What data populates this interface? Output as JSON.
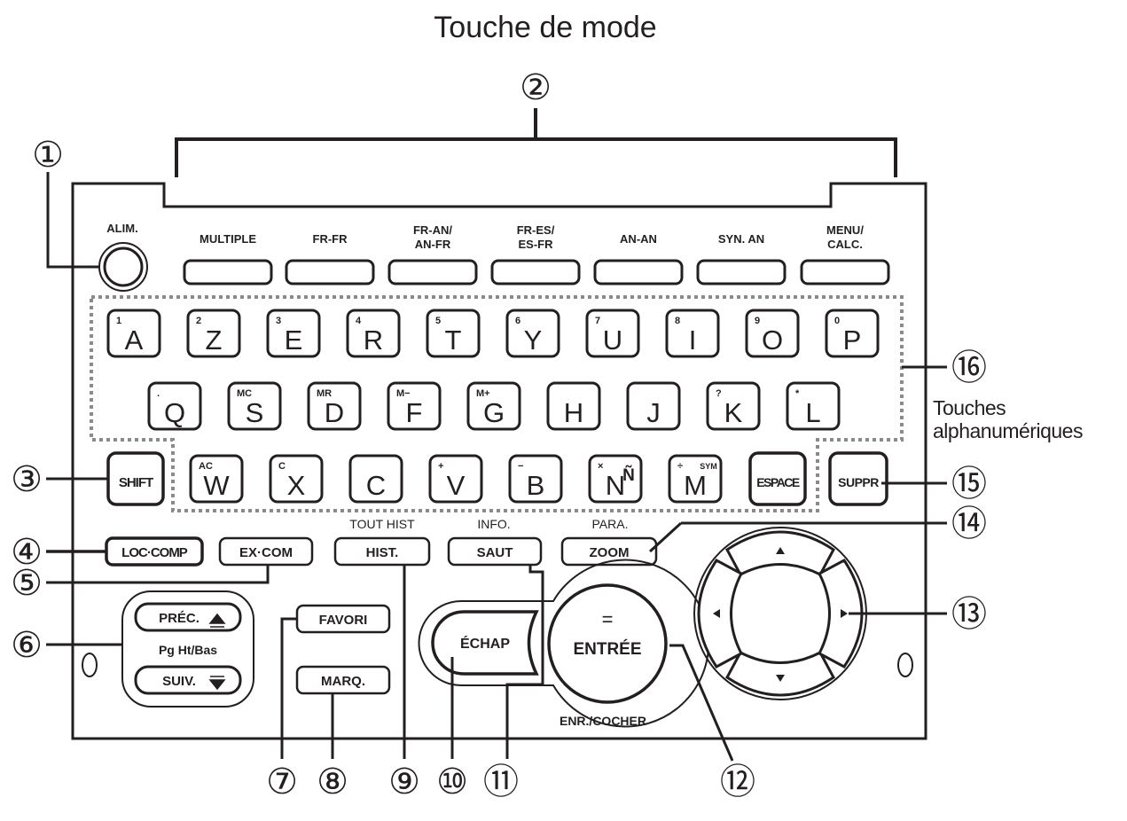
{
  "title": "Touche de mode",
  "annotation_16": "Touches",
  "annotation_16b": "alphanumériques",
  "callouts": [
    "①",
    "②",
    "③",
    "④",
    "⑤",
    "⑥",
    "⑦",
    "⑧",
    "⑨",
    "⑩",
    "⑪",
    "⑫",
    "⑬",
    "⑭",
    "⑮",
    "⑯"
  ],
  "power_label": "ALIM.",
  "mode_keys": [
    {
      "line1": "MULTIPLE",
      "line2": ""
    },
    {
      "line1": "FR-FR",
      "line2": ""
    },
    {
      "line1": "FR-AN/",
      "line2": "AN-FR"
    },
    {
      "line1": "FR-ES/",
      "line2": "ES-FR"
    },
    {
      "line1": "AN-AN",
      "line2": ""
    },
    {
      "line1": "SYN. AN",
      "line2": ""
    },
    {
      "line1": "MENU/",
      "line2": "CALC."
    }
  ],
  "row1": [
    {
      "key": "A",
      "sub": "1"
    },
    {
      "key": "Z",
      "sub": "2"
    },
    {
      "key": "E",
      "sub": "3"
    },
    {
      "key": "R",
      "sub": "4"
    },
    {
      "key": "T",
      "sub": "5"
    },
    {
      "key": "Y",
      "sub": "6"
    },
    {
      "key": "U",
      "sub": "7"
    },
    {
      "key": "I",
      "sub": "8"
    },
    {
      "key": "O",
      "sub": "9"
    },
    {
      "key": "P",
      "sub": "0"
    }
  ],
  "row2": [
    {
      "key": "Q",
      "sub": "."
    },
    {
      "key": "S",
      "sub": "MC"
    },
    {
      "key": "D",
      "sub": "MR"
    },
    {
      "key": "F",
      "sub": "M−"
    },
    {
      "key": "G",
      "sub": "M+"
    },
    {
      "key": "H",
      "sub": ""
    },
    {
      "key": "J",
      "sub": ""
    },
    {
      "key": "K",
      "sub": "?"
    },
    {
      "key": "L",
      "sub": "*"
    }
  ],
  "row3": [
    {
      "key": "W",
      "sub": "AC"
    },
    {
      "key": "X",
      "sub": "C"
    },
    {
      "key": "C",
      "sub": ""
    },
    {
      "key": "V",
      "sub": "+"
    },
    {
      "key": "B",
      "sub": "−"
    },
    {
      "key": "N",
      "sub": "×",
      "extra": "Ñ"
    },
    {
      "key": "M",
      "sub": "÷",
      "extra": "SYM"
    }
  ],
  "shift_key": "SHIFT",
  "space_key": "ESPACE",
  "suppr_key": "SUPPR",
  "func_keys": {
    "loc_comp": "LOC·COMP",
    "ex_com": "EX·COM",
    "hist": "HIST.",
    "hist_above": "TOUT HIST",
    "saut": "SAUT",
    "saut_above": "INFO.",
    "zoom": "ZOOM",
    "zoom_above": "PARA.",
    "prec": "PRÉC.",
    "pg_label": "Pg Ht/Bas",
    "suiv": "SUIV.",
    "favori": "FAVORI",
    "marq": "MARQ.",
    "echap": "ÉCHAP",
    "entree": "ENTRÉE",
    "entree_above": "=",
    "entree_below": "ENR./COCHER"
  },
  "colors": {
    "ink": "#231f20",
    "key_border": "#231f20",
    "dotted": "#8a8a8a"
  }
}
